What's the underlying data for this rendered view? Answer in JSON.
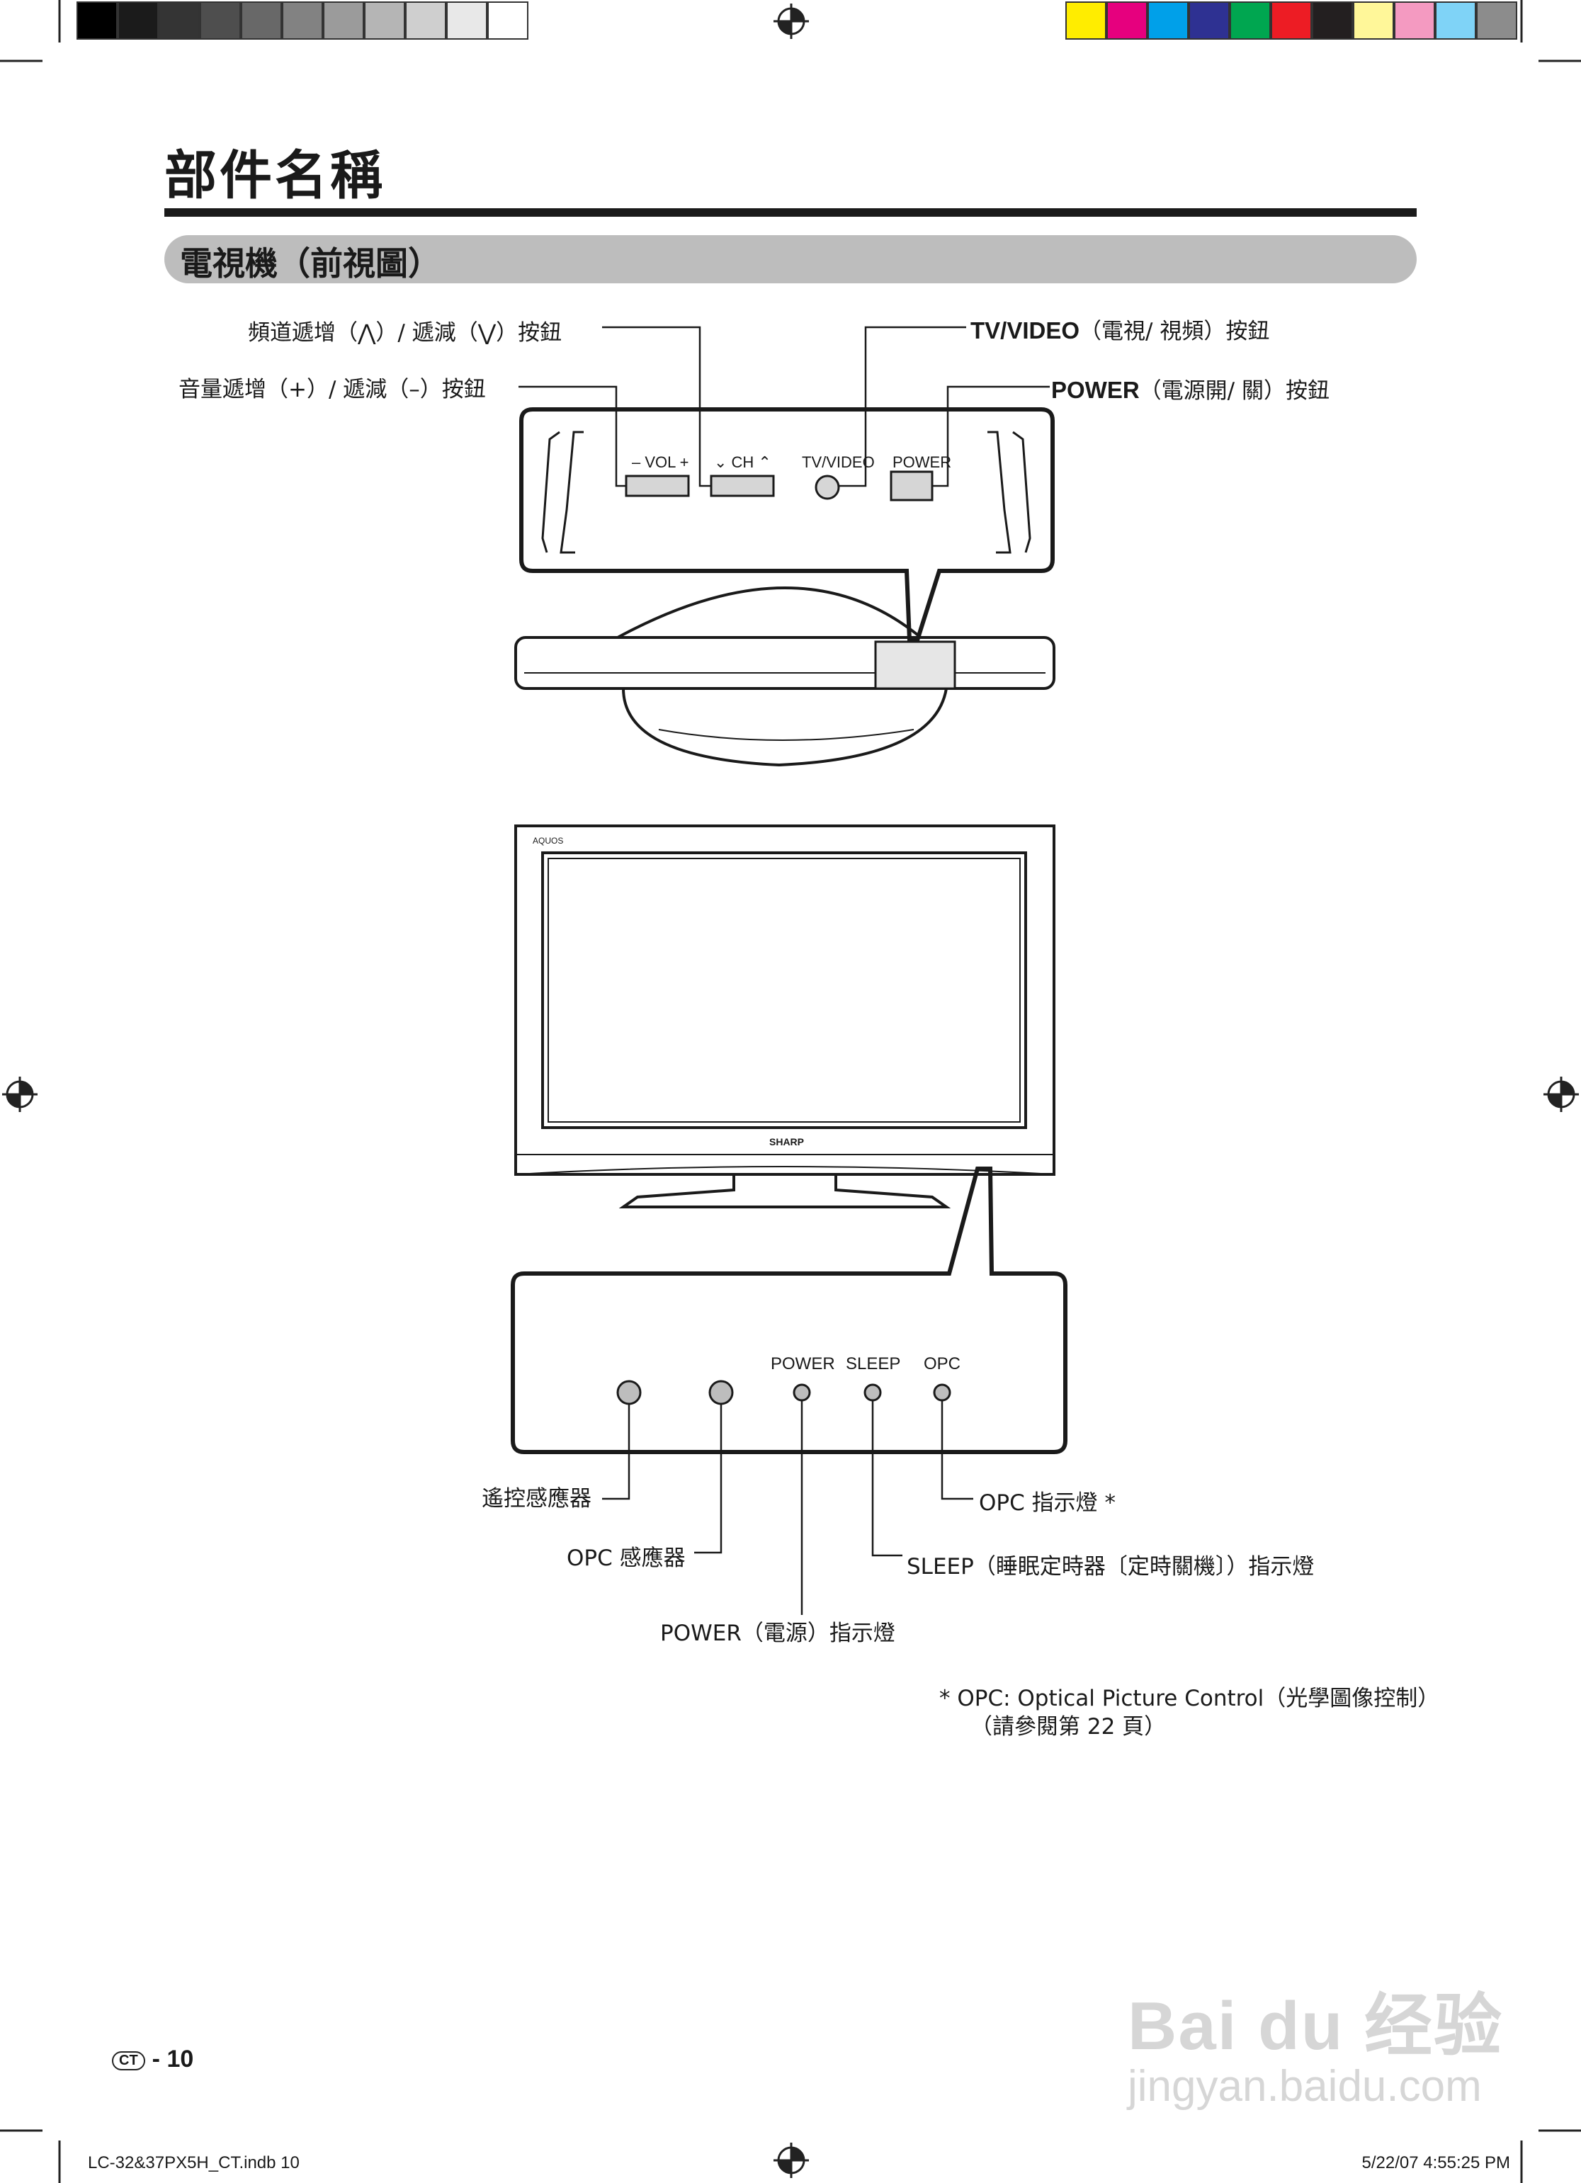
{
  "page": {
    "title": "部件名稱",
    "section_title": "電視機（前視圖）",
    "colors": {
      "accent_bar": "#bdbdbd",
      "text": "#1a1a1a"
    }
  },
  "color_bar": {
    "grays": [
      "#000000",
      "#1b1b1b",
      "#343434",
      "#4e4e4e",
      "#686868",
      "#828282",
      "#9b9b9b",
      "#b5b5b5",
      "#cfcfcf",
      "#e8e8e8",
      "#ffffff"
    ],
    "colors": [
      "#ffed00",
      "#e6007e",
      "#00a0e9",
      "#2e3192",
      "#00a650",
      "#ed1c24",
      "#231f20",
      "#fff799",
      "#f49ac1",
      "#7fd3f7",
      "#8c8c8c"
    ]
  },
  "labels": {
    "ch_button": "頻道遞增（⋀）/ 遞減（⋁）按鈕",
    "vol_button": "音量遞增（+）/ 遞減（–）按鈕",
    "tvvideo_button_en": "TV/VIDEO",
    "tvvideo_button_zh": "（電視/ 視頻）按鈕",
    "power_button_en": "POWER",
    "power_button_zh": "（電源開/ 關）按鈕",
    "remote_sensor": "遙控感應器",
    "opc_sensor": "OPC 感應器",
    "power_indicator": "POWER（電源）指示燈",
    "opc_indicator": "OPC 指示燈 *",
    "sleep_indicator": "SLEEP（睡眠定時器〔定時關機〕）指示燈"
  },
  "device_text": {
    "vol": "–  VOL  +",
    "ch": "⌄  CH  ⌃",
    "tvvideo": "TV/VIDEO",
    "power": "POWER",
    "brand": "SHARP",
    "model_line": "AQUOS",
    "ind_power": "POWER",
    "ind_sleep": "SLEEP",
    "ind_opc": "OPC"
  },
  "footnote": {
    "line1": "*  OPC:  Optical  Picture  Control（光學圖像控制）",
    "line2": "（請參閱第 22 頁）"
  },
  "footer": {
    "lang_badge": "CT",
    "page_number": "10",
    "file": "LC-32&37PX5H_CT.indb   10",
    "date": "5/22/07   4:55:25 PM"
  },
  "watermark": {
    "line1": "Bai du 经验",
    "line2": "jingyan.baidu.com"
  }
}
